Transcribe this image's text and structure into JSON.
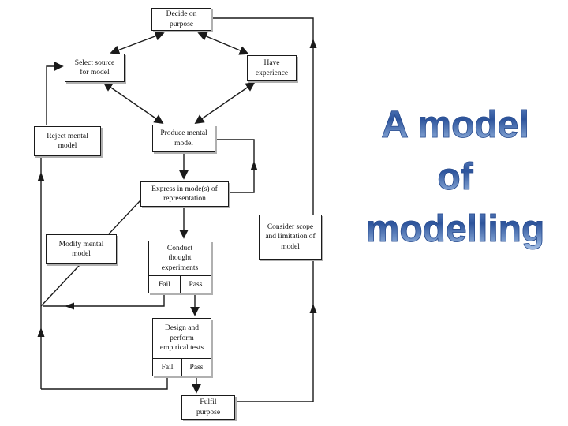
{
  "slide": {
    "background_color": "#ffffff",
    "connector_color": "#1a1a1a"
  },
  "title": {
    "lines": [
      "A model",
      "of",
      "modelling"
    ],
    "gradient_top_color": "#2d549c",
    "gradient_bottom_color": "#c9d9f0"
  },
  "flowchart": {
    "nodes": {
      "decide": {
        "label": "Decide on\npurpose"
      },
      "select": {
        "label": "Select source\nfor model"
      },
      "have": {
        "label": "Have\nexperience"
      },
      "reject": {
        "label": "Reject mental\nmodel"
      },
      "produce": {
        "label": "Produce mental\nmodel"
      },
      "express": {
        "label": "Express in mode(s) of\nrepresentation"
      },
      "modify": {
        "label": "Modify mental\nmodel"
      },
      "consider": {
        "label": "Consider scope\nand limitation of\nmodel"
      },
      "conduct": {
        "label": "Conduct\nthought\nexperiments",
        "fail": "Fail",
        "pass": "Pass"
      },
      "design": {
        "label": "Design and\nperform\nempirical tests",
        "fail": "Fail",
        "pass": "Pass"
      },
      "fulfil": {
        "label": "Fulfil\npurpose"
      }
    }
  }
}
